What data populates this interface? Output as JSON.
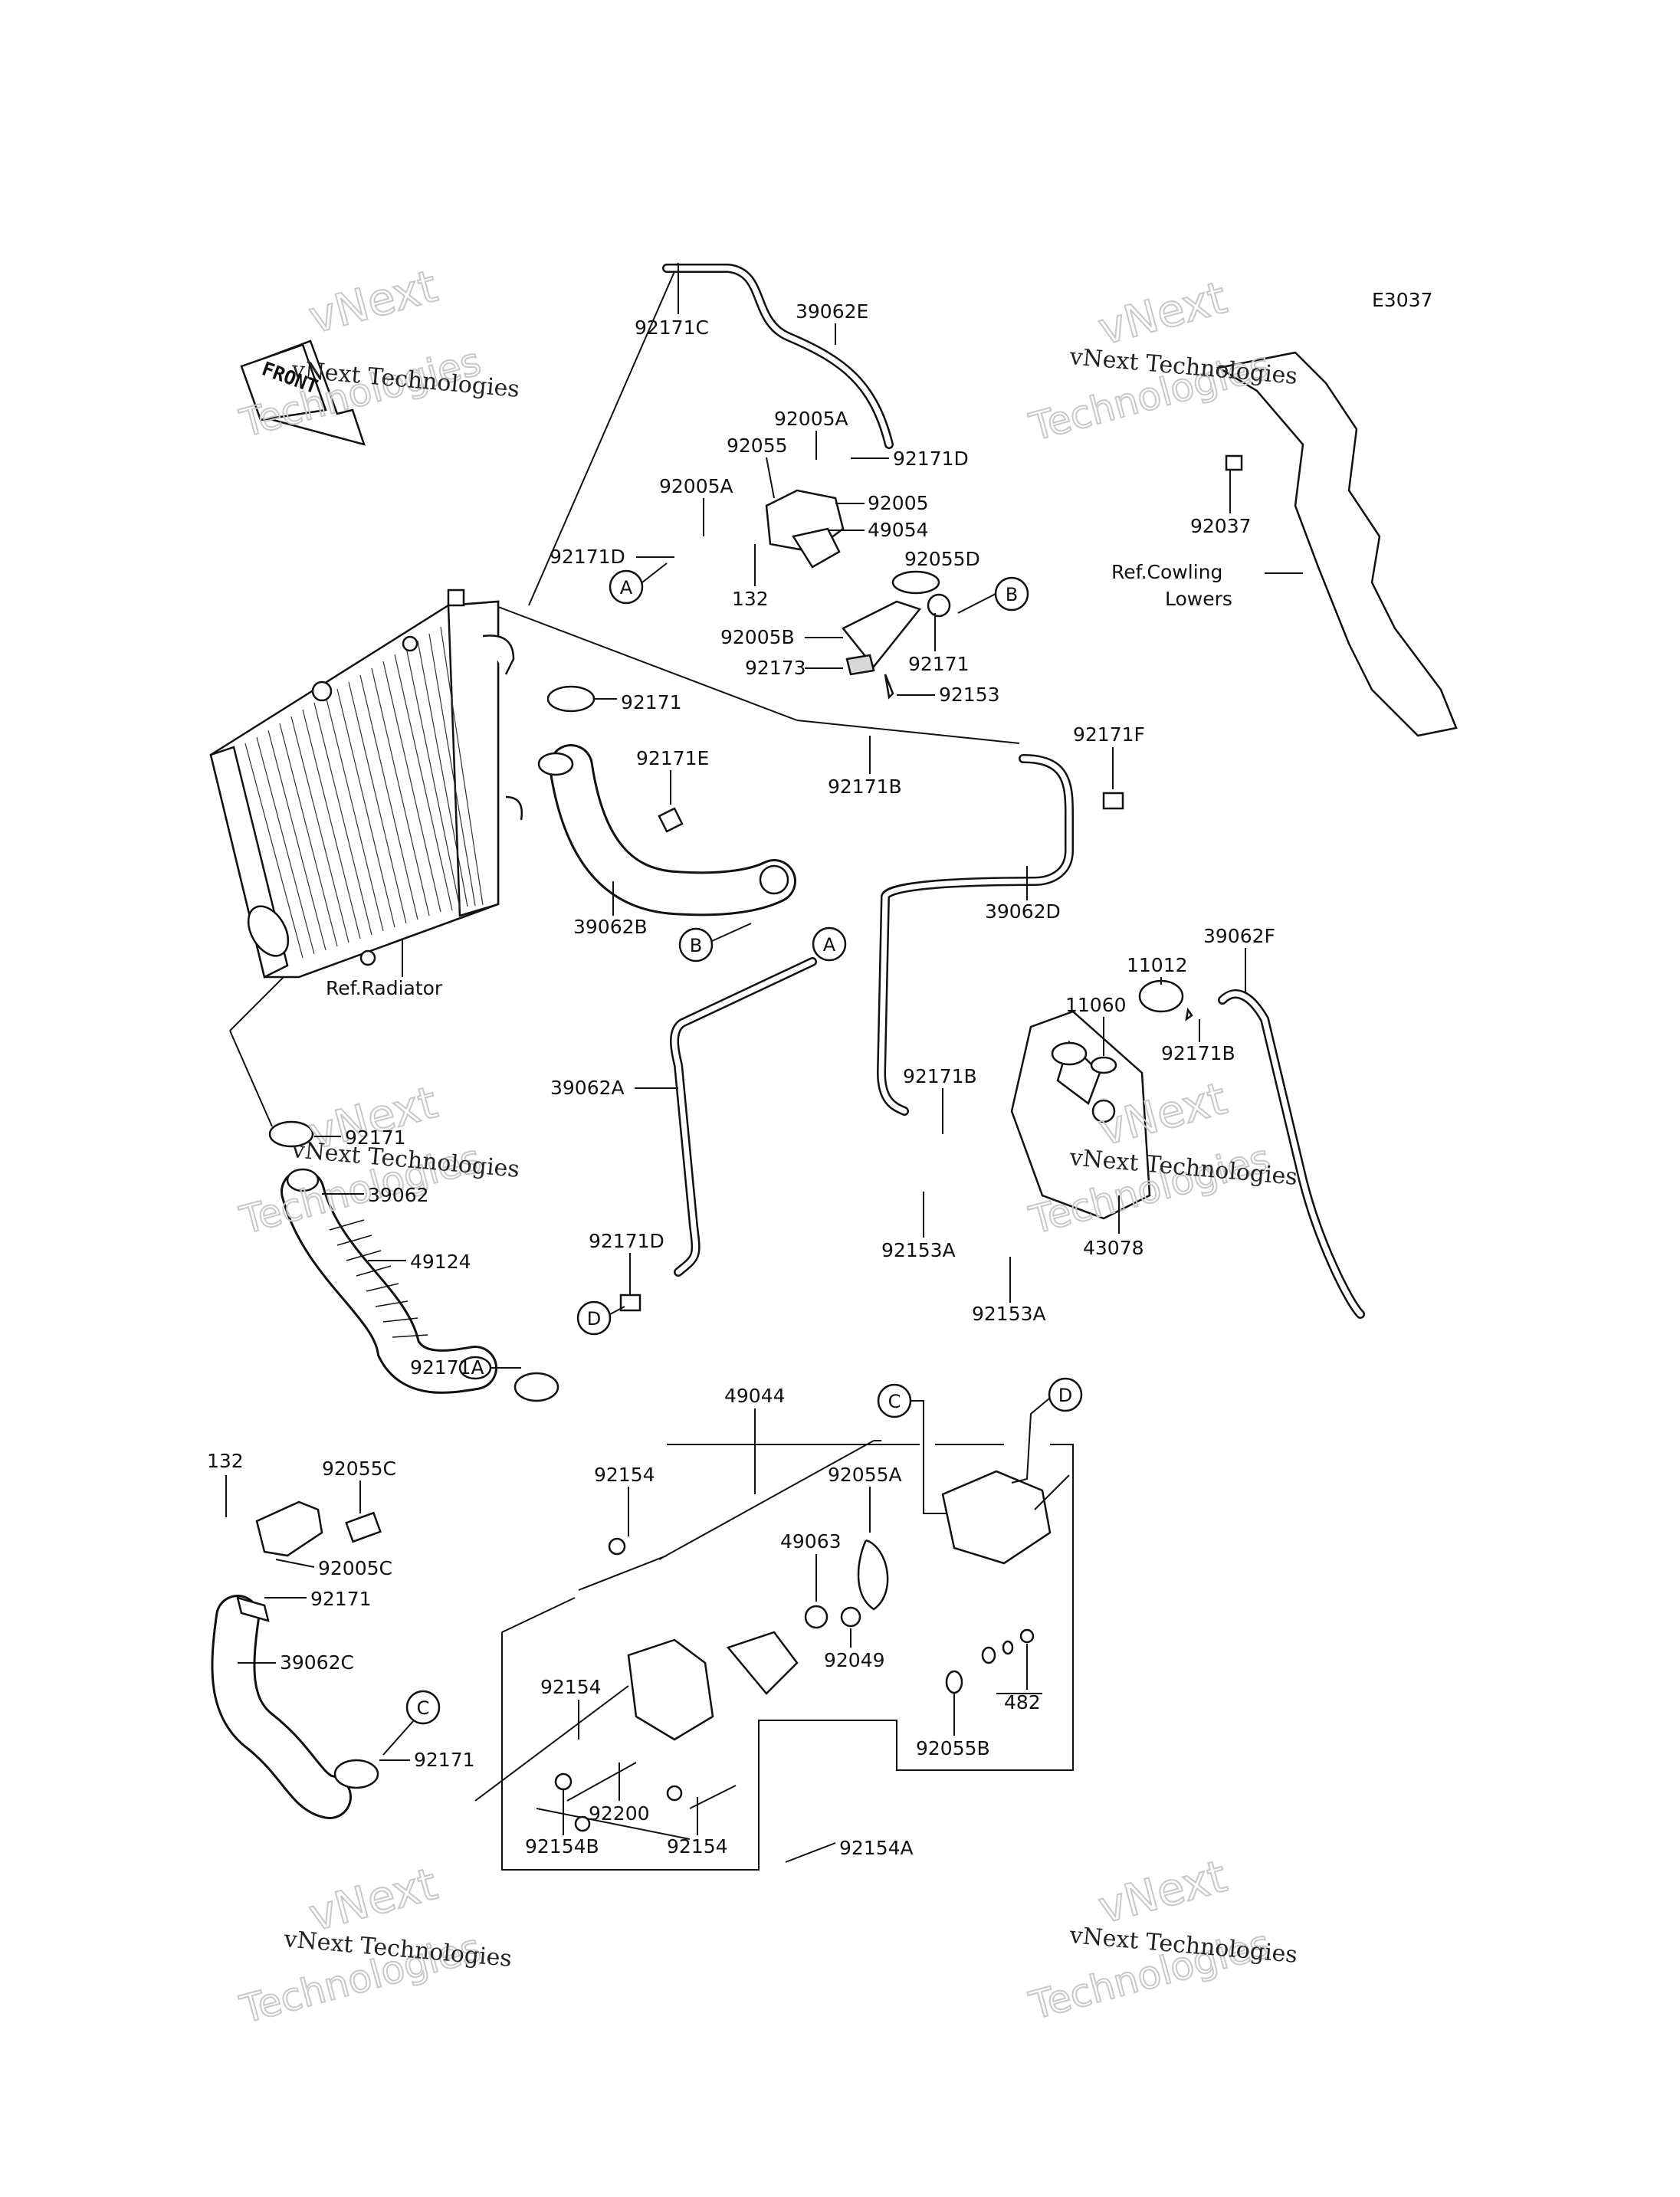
{
  "diagram_code": "E3037",
  "front_label": "FRONT",
  "watermark": {
    "line1": "vNext Technologies",
    "line2": "vNext",
    "line3": "Technologies"
  },
  "refs": {
    "radiator": "Ref.Radiator",
    "cowling_1": "Ref.Cowling",
    "cowling_2": "Lowers"
  },
  "parts": {
    "p92171C": "92171C",
    "p39062E": "39062E",
    "p92005A_top": "92005A",
    "p92055": "92055",
    "p92171D_top": "92171D",
    "p92005A_left": "92005A",
    "p92005": "92005",
    "p49054": "49054",
    "p92171D_left": "92171D",
    "p132_top": "132",
    "p92055D": "92055D",
    "p92005B": "92005B",
    "p92171_clamp_b": "92171",
    "p92173": "92173",
    "p92153": "92153",
    "p92171_rad": "92171",
    "p92171E": "92171E",
    "p92171B_mid": "92171B",
    "p92171F": "92171F",
    "p39062B": "39062B",
    "p39062D": "39062D",
    "p92037": "92037",
    "p39062F": "39062F",
    "p11012": "11012",
    "p11060": "11060",
    "p92171B_right": "92171B",
    "p92171B_left": "92171B",
    "p39062A": "39062A",
    "p92153A_1": "92153A",
    "p43078": "43078",
    "p92153A_2": "92153A",
    "p92171_low": "92171",
    "p39062": "39062",
    "p49124": "49124",
    "p92171D_low": "92171D",
    "p92171A": "92171A",
    "p49044": "49044",
    "p132_low": "132",
    "p92055C": "92055C",
    "p92154_top": "92154",
    "p92055A": "92055A",
    "p92005C": "92005C",
    "p49063": "49063",
    "p92171_c1": "92171",
    "p92049": "92049",
    "p39062C": "39062C",
    "p482": "482",
    "p92154_left": "92154",
    "p92055B": "92055B",
    "p92171_c2": "92171",
    "p92200": "92200",
    "p92154B": "92154B",
    "p92154_bot": "92154",
    "p92154A": "92154A"
  },
  "callouts": {
    "A1": "A",
    "B1": "B",
    "B2": "B",
    "A2": "A",
    "D1": "D",
    "C1": "C",
    "D2": "D",
    "C2": "C"
  }
}
